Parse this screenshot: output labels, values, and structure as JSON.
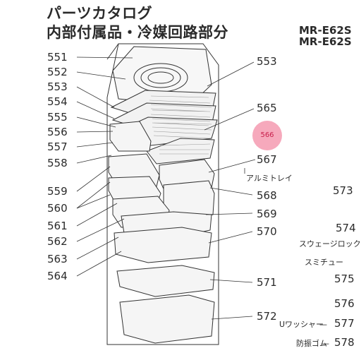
{
  "title": {
    "line1": "パーツカタログ",
    "line2": "内部付属品・冷媒回路部分"
  },
  "models": [
    "MR-E62S",
    "MR-E62S"
  ],
  "left_labels": [
    "551",
    "552",
    "553",
    "554",
    "555",
    "556",
    "557",
    "558",
    "559",
    "560",
    "561",
    "562",
    "563",
    "564"
  ],
  "right_labels": [
    "553",
    "565",
    "566",
    "567",
    "568",
    "569",
    "570",
    "571",
    "572"
  ],
  "highlight": {
    "label": "566",
    "color": "#f6a9bc",
    "text_color": "#c81e4a"
  },
  "note_aluminum_tray": "アルミトレイ",
  "far_right": {
    "n573": "573",
    "n574": "574",
    "swage_rock": "スウェージロック",
    "sumi_tube": "スミチュー",
    "n575": "575",
    "n576": "576",
    "u_washer": "Uワッシャー",
    "n577": "577",
    "bouchin_gomu": "防振ゴム",
    "n578": "578"
  },
  "colors": {
    "line": "#333333",
    "shelf_fill": "#f2f2f2",
    "grid": "#9a9a9a"
  }
}
